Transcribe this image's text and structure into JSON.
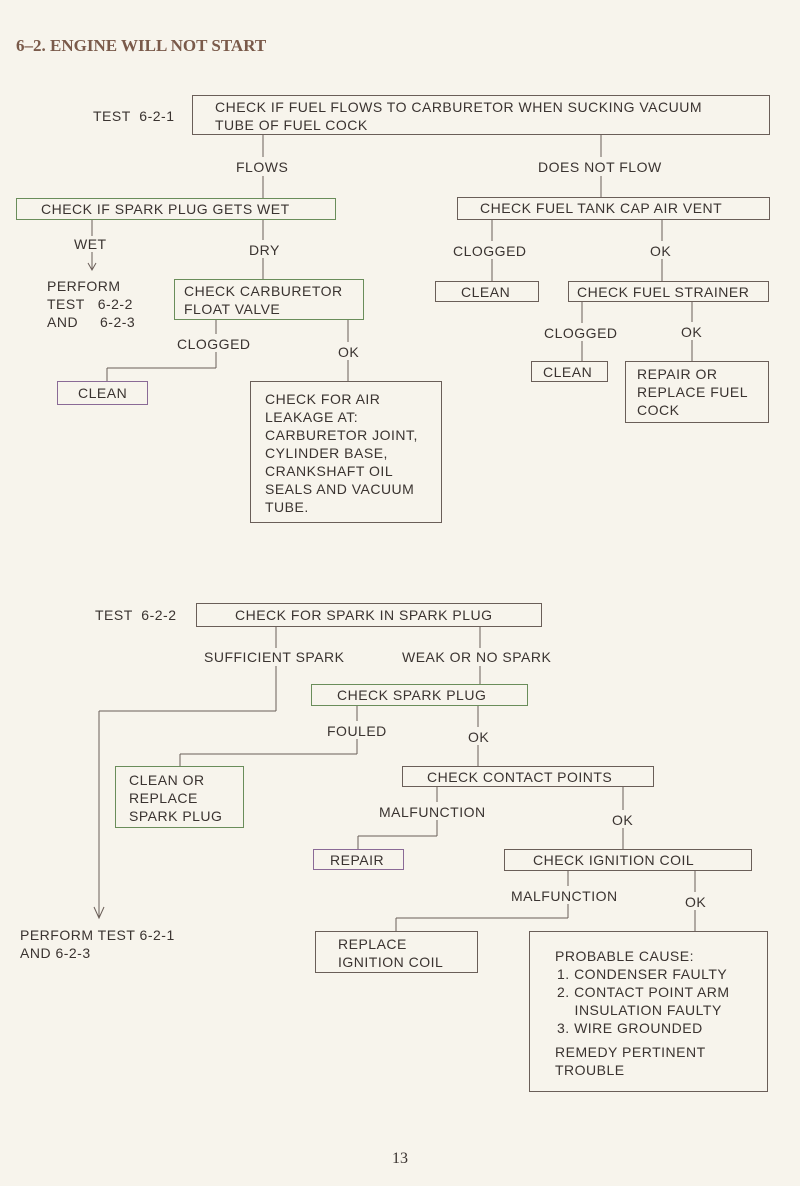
{
  "page_title": "6–2.  ENGINE WILL NOT START",
  "page_number": "13",
  "colors": {
    "wire": "#6a5e58",
    "accent_green": "#6a8d5a",
    "accent_purple": "#8a6a96"
  },
  "flowchart1": {
    "test_label": "TEST  6-2-1",
    "check_fuel_flow": "CHECK IF FUEL FLOWS TO CARBURETOR WHEN SUCKING VACUUM\nTUBE OF FUEL COCK",
    "flows": "FLOWS",
    "does_not_flow": "DOES NOT FLOW",
    "check_spark_plug_wet": "CHECK IF SPARK PLUG GETS WET",
    "wet": "WET",
    "dry": "DRY",
    "perform_tests": "PERFORM\nTEST   6-2-2\nAND     6-2-3",
    "check_carburetor": "CHECK CARBURETOR\nFLOAT VALVE",
    "clogged_left": "CLOGGED",
    "ok_left": "OK",
    "clean_left": "CLEAN",
    "check_air_leakage": "CHECK FOR AIR\nLEAKAGE AT:\nCARBURETOR JOINT,\nCYLINDER BASE,\nCRANKSHAFT OIL\nSEALS AND VACUUM\nTUBE.",
    "check_tank_cap": "CHECK FUEL TANK CAP AIR VENT",
    "clogged_cap": "CLOGGED",
    "ok_cap": "OK",
    "clean_cap": "CLEAN",
    "check_strainer": "CHECK FUEL STRAINER",
    "clogged_strainer": "CLOGGED",
    "ok_strainer": "OK",
    "clean_strainer": "CLEAN",
    "repair_fuel_cock": "REPAIR OR\nREPLACE FUEL\nCOCK"
  },
  "flowchart2": {
    "test_label": "TEST  6-2-2",
    "check_spark": "CHECK FOR SPARK IN SPARK PLUG",
    "sufficient_spark": "SUFFICIENT SPARK",
    "weak_or_no_spark": "WEAK OR NO SPARK",
    "check_spark_plug": "CHECK SPARK PLUG",
    "fouled": "FOULED",
    "ok_plug": "OK",
    "clean_replace_plug": "CLEAN OR\nREPLACE\nSPARK PLUG",
    "check_contact_points": "CHECK CONTACT POINTS",
    "malfunction_points": "MALFUNCTION",
    "ok_points": "OK",
    "repair": "REPAIR",
    "check_ignition_coil": "CHECK IGNITION COIL",
    "malfunction_coil": "MALFUNCTION",
    "ok_coil": "OK",
    "replace_coil": "REPLACE\nIGNITION COIL",
    "perform_test": "PERFORM TEST 6-2-1\nAND 6-2-3",
    "probable_cause": "PROBABLE CAUSE:",
    "causes": [
      "1. CONDENSER FAULTY",
      "2. CONTACT POINT ARM\n    INSULATION FAULTY",
      "3. WIRE GROUNDED"
    ],
    "remedy": "REMEDY PERTINENT\nTROUBLE"
  }
}
